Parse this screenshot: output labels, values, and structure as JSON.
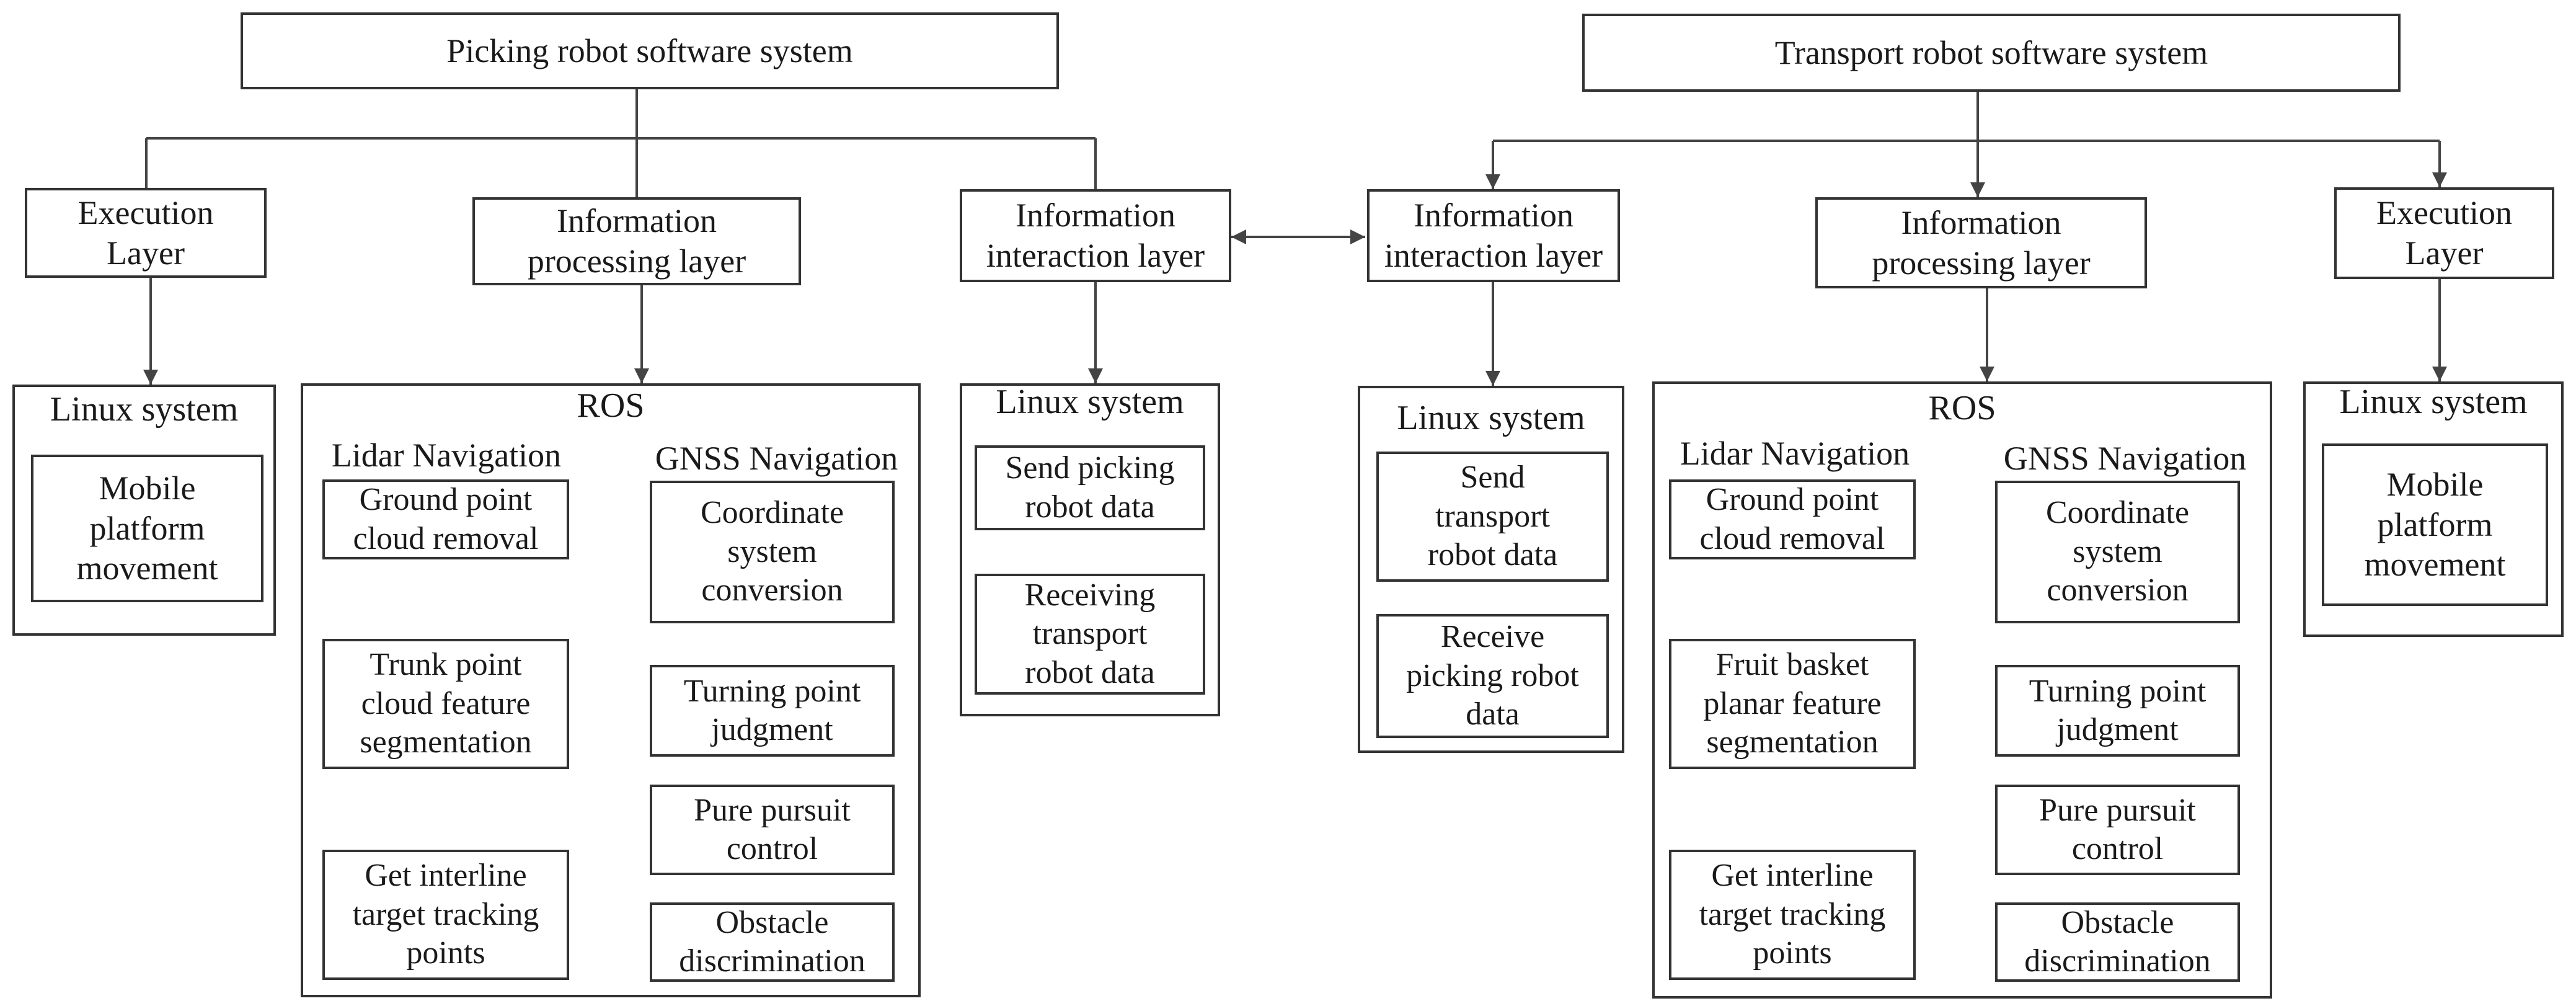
{
  "picking": {
    "title": "Picking robot software system",
    "execution_layer": "Execution\nLayer",
    "processing_layer": "Information\nprocessing layer",
    "interaction_layer": "Information\ninteraction layer",
    "exec_linux": {
      "title": "Linux system",
      "item": "Mobile\nplatform\nmovement"
    },
    "ros": {
      "title": "ROS",
      "lidar_title": "Lidar Navigation",
      "gnss_title": "GNSS Navigation",
      "lidar_steps": [
        "Ground point\ncloud removal",
        "Trunk point\ncloud feature\nsegmentation",
        "Get interline\ntarget tracking\npoints"
      ],
      "gnss_steps": [
        "Coordinate\nsystem\nconversion",
        "Turning point\njudgment",
        "Pure pursuit\ncontrol",
        "Obstacle\ndiscrimination"
      ]
    },
    "interaction_linux": {
      "title": "Linux system",
      "items": [
        "Send picking\nrobot data",
        "Receiving\ntransport\nrobot data"
      ]
    }
  },
  "transport": {
    "title": "Transport robot software system",
    "interaction_layer": "Information\ninteraction layer",
    "processing_layer": "Information\nprocessing layer",
    "execution_layer": "Execution\nLayer",
    "interaction_linux": {
      "title": "Linux system",
      "items": [
        "Send\ntransport\nrobot data",
        "Receive\npicking robot\ndata"
      ]
    },
    "ros": {
      "title": "ROS",
      "lidar_title": "Lidar Navigation",
      "gnss_title": "GNSS Navigation",
      "lidar_steps": [
        "Ground point\ncloud removal",
        "Fruit basket\nplanar feature\nsegmentation",
        "Get interline\ntarget tracking\npoints"
      ],
      "gnss_steps": [
        "Coordinate\nsystem\nconversion",
        "Turning point\njudgment",
        "Pure pursuit\ncontrol",
        "Obstacle\ndiscrimination"
      ]
    },
    "exec_linux": {
      "title": "Linux system",
      "item": "Mobile\nplatform\nmovement"
    }
  }
}
